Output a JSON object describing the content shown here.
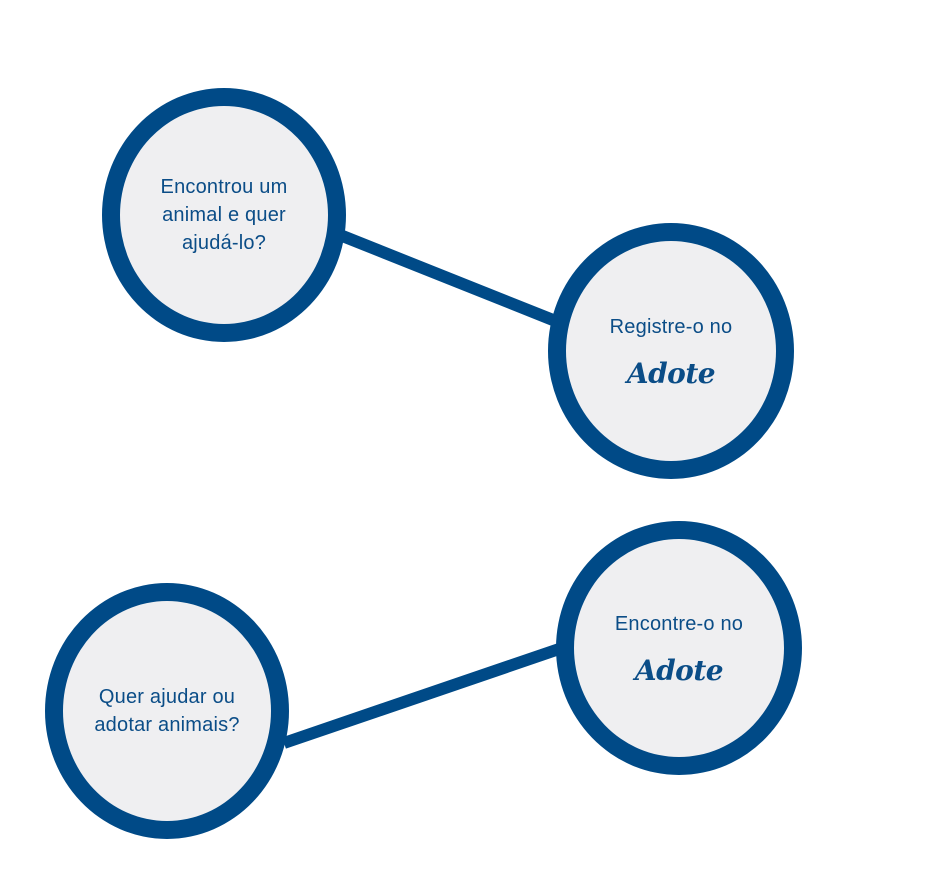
{
  "colors": {
    "ring": "#004a87",
    "fill": "#efeff1",
    "text": "#0b4d87",
    "connector": "#004a87"
  },
  "flows": [
    {
      "question": "Encontrou um animal e quer ajudá-lo?",
      "answer_prefix": "Registre-o no",
      "answer_brand": "Adote"
    },
    {
      "question": "Quer ajudar ou adotar animais?",
      "answer_prefix": "Encontre-o no",
      "answer_brand": "Adote"
    }
  ]
}
